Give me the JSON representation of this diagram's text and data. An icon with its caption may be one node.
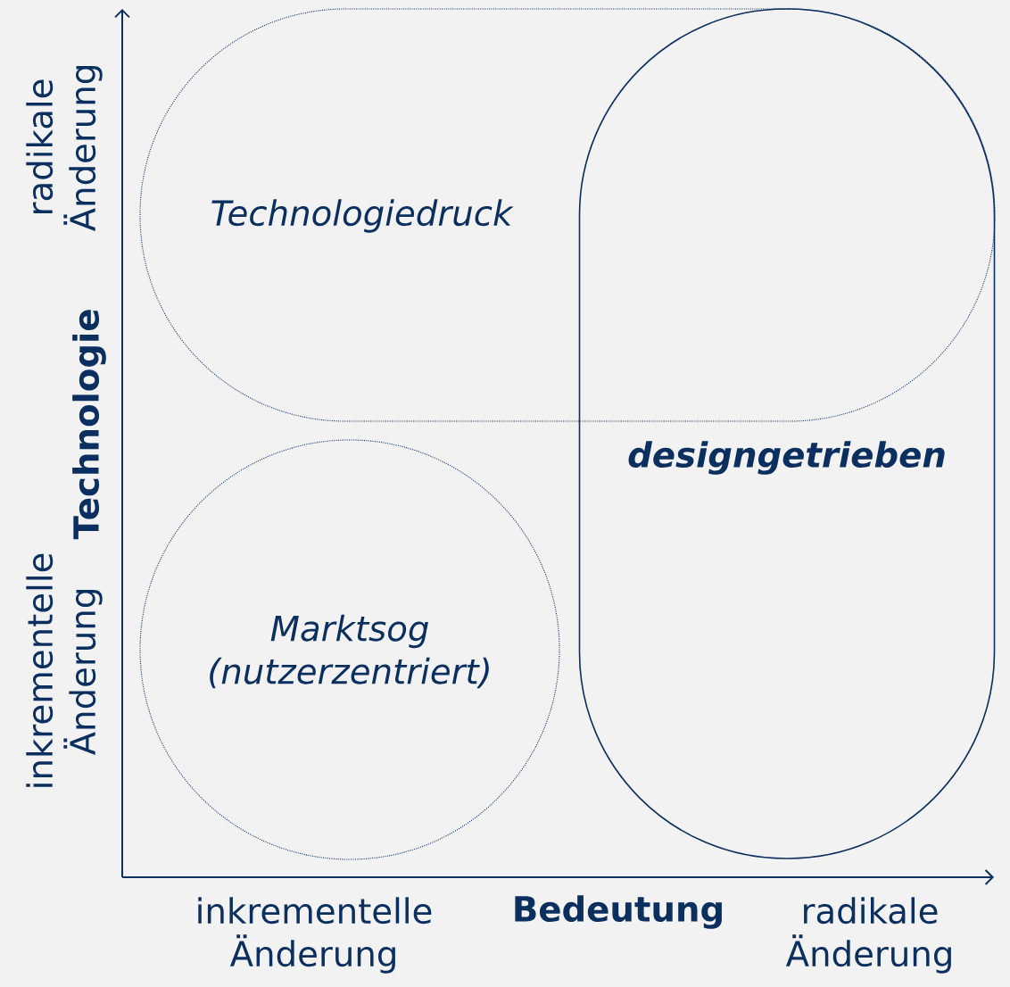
{
  "diagram": {
    "nodes": [
      {
        "text": [
          "Technologiedruck"
        ]
      },
      {
        "text": [
          "designgetrieben"
        ]
      },
      {
        "text": [
          "Marktsog (nutzerzentriert)"
        ]
      }
    ],
    "labels": [
      "radikale Änderung",
      "Technologie",
      "inkrementelle Änderung",
      "inkrementelle Änderung",
      "Bedeutung",
      "radikale Änderung"
    ]
  }
}
